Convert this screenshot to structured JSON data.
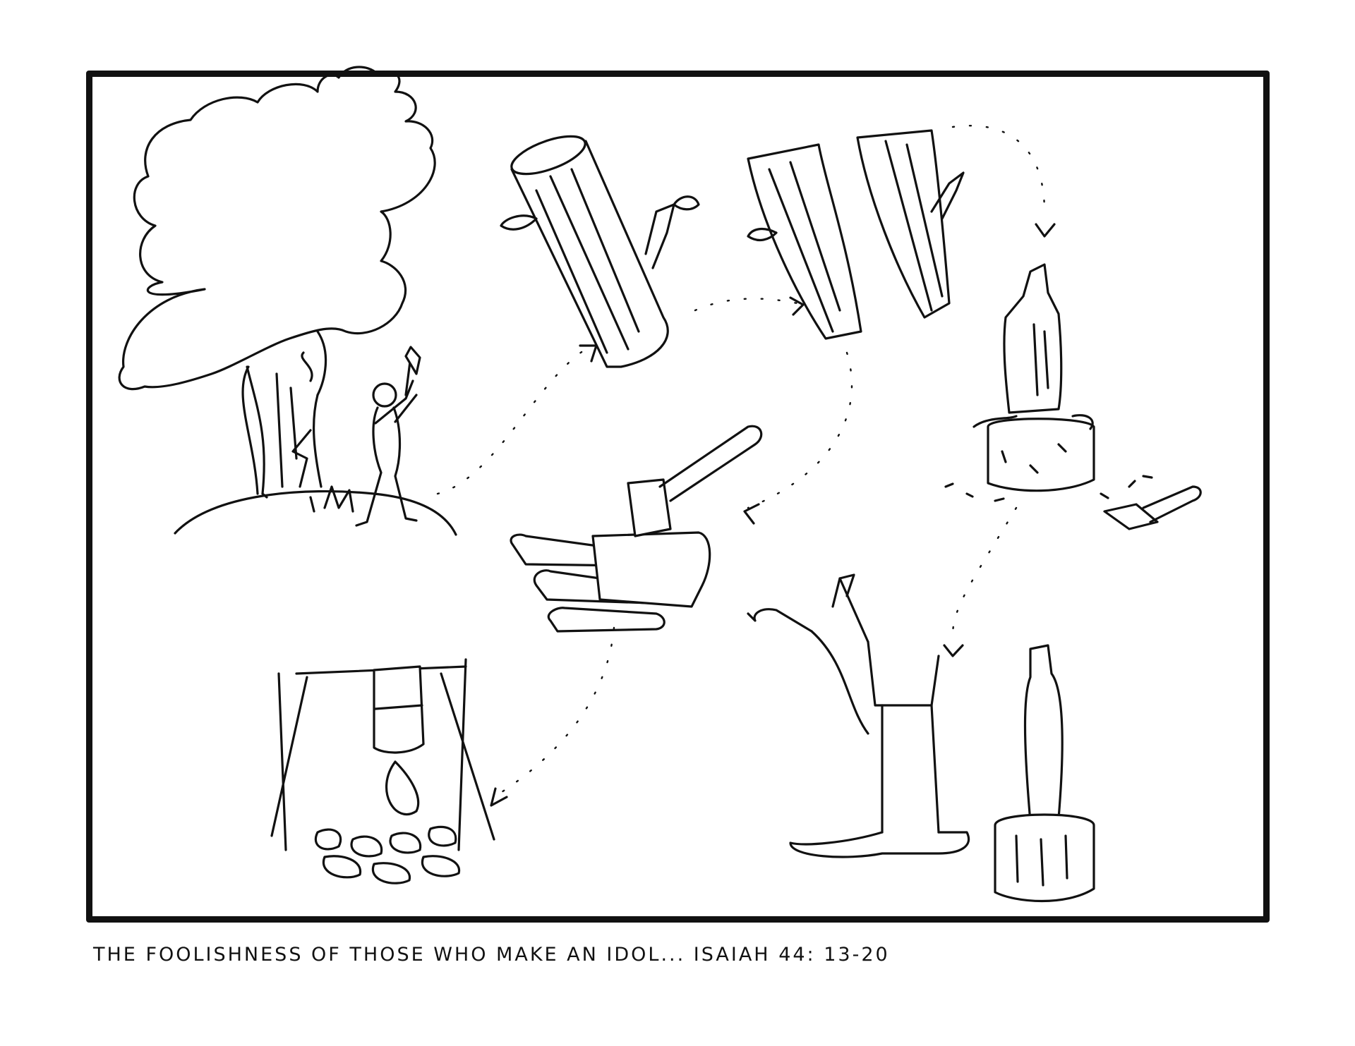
{
  "caption": "THE FOOLISHNESS OF THOSE WHO MAKE AN IDOL... ISAIAH 44: 13-20",
  "colors": {
    "ink": "#111111",
    "paper": "#ffffff"
  },
  "scenes": [
    {
      "id": "man-chopping-tree"
    },
    {
      "id": "felled-log"
    },
    {
      "id": "split-logs"
    },
    {
      "id": "carved-idol-on-stump"
    },
    {
      "id": "axe-and-firewood"
    },
    {
      "id": "campfire-with-pot"
    },
    {
      "id": "man-worshipping-idol"
    }
  ]
}
